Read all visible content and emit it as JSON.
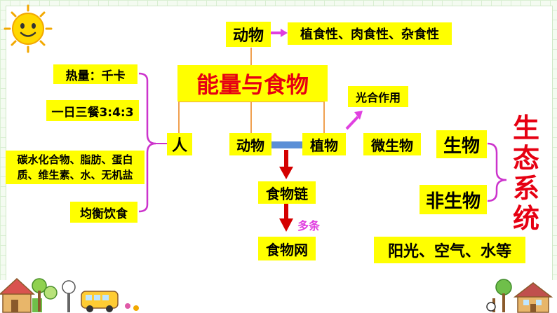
{
  "diagram": {
    "title": "能量与食物",
    "animals_top": "动物",
    "diet_types": "植食性、肉食性、杂食性",
    "photosynthesis": "光合作用",
    "human": "人",
    "calories": "热量：千卡",
    "three_meals": "一日三餐3:4:3",
    "nutrients_line1": "碳水化合物、脂肪、蛋白",
    "nutrients_line2": "质、维生素、水、无机盐",
    "balanced_diet": "均衡饮食",
    "animals": "动物",
    "plants": "植物",
    "microbes": "微生物",
    "food_chain": "食物链",
    "multiple": "多条",
    "food_web": "食物网",
    "living": "生物",
    "nonliving": "非生物",
    "ecosystem": [
      "生",
      "态",
      "系",
      "统"
    ],
    "abiotic_examples": "阳光、空气、水等"
  },
  "colors": {
    "highlight": "#ffff00",
    "title_red": "#e60012",
    "connector": "#f0a050",
    "bracket": "#cc33cc",
    "arrow_red": "#d40000",
    "magenta": "#e040e0",
    "link_blue": "#5b8fd6"
  }
}
